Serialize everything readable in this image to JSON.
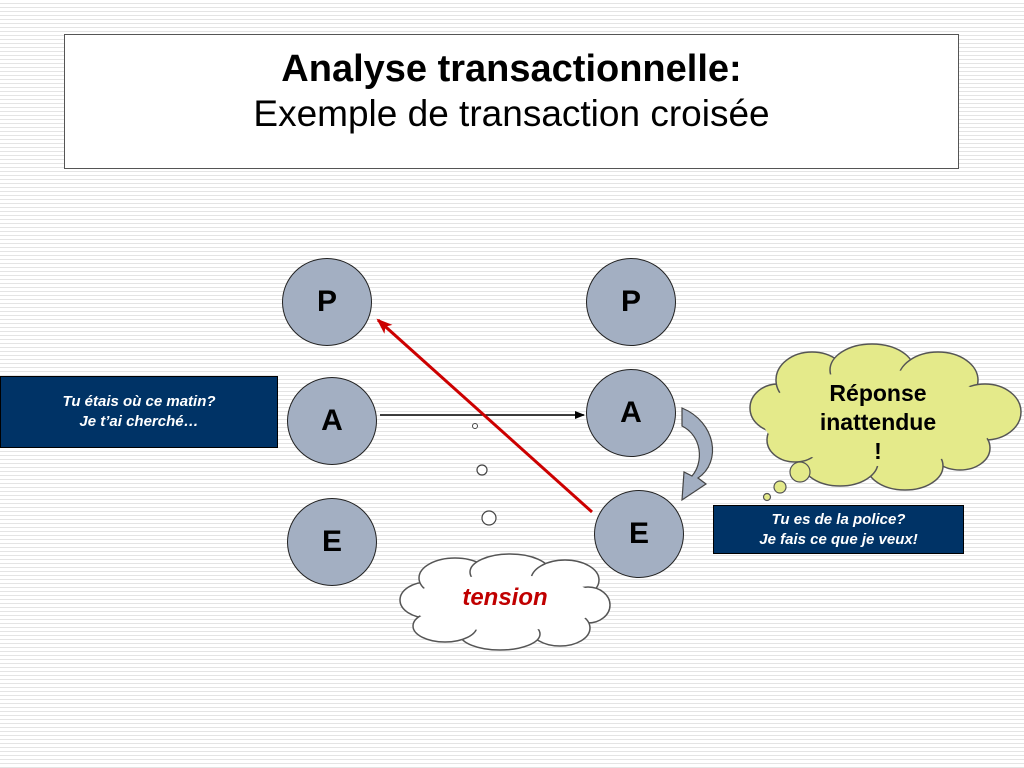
{
  "title": {
    "main": "Analyse transactionnelle:",
    "sub": "Exemple de transaction croisée"
  },
  "left_person": {
    "p": "P",
    "a": "A",
    "e": "E"
  },
  "right_person": {
    "p": "P",
    "a": "A",
    "e": "E"
  },
  "left_message": {
    "line1": "Tu étais où ce matin?",
    "line2": "Je t’ai cherché…"
  },
  "right_message": {
    "line1": "Tu es de la police?",
    "line2": "Je fais ce que je veux!"
  },
  "thought_cloud": {
    "line1": "Réponse",
    "line2": "inattendue",
    "line3": "!"
  },
  "tension_cloud": {
    "label": "tension"
  },
  "colors": {
    "circle_fill": "#a3afc2",
    "message_box": "#003366",
    "thought_cloud_fill": "#e4ea8a",
    "crossed_arrow": "#cc0000",
    "tension_text": "#c00000"
  }
}
